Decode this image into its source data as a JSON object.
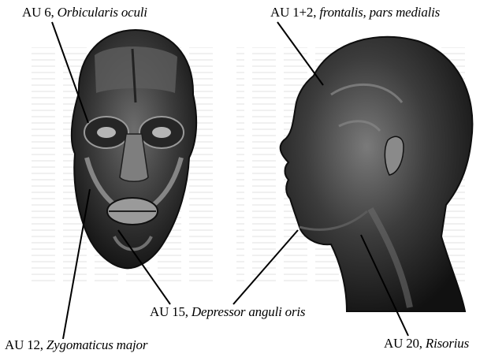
{
  "labels": {
    "au6": {
      "code": "AU  6,",
      "muscle": "Orbicularis oculi"
    },
    "au12": {
      "code": "AU 12,",
      "muscle": "Zygomaticus major"
    },
    "au15": {
      "code": "AU 15,",
      "muscle": "Depressor anguli oris"
    },
    "au1_2": {
      "code": "AU 1+2,",
      "muscle": "frontalis, pars medialis"
    },
    "au20": {
      "code": "AU 20,",
      "muscle": "Risorius"
    }
  },
  "colors": {
    "background": "#ffffff",
    "ink": "#000000",
    "muscle_dark": "#1a1a1a",
    "muscle_light": "#8a8a8a"
  }
}
